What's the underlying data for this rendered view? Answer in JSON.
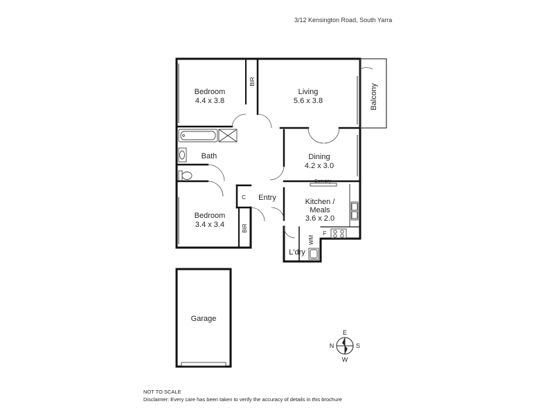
{
  "address": "3/12 Kensington Road, South Yarra",
  "rooms": {
    "bedroom1": {
      "name": "Bedroom",
      "size": "4.4 x 3.8"
    },
    "living": {
      "name": "Living",
      "size": "5.6 x 3.8"
    },
    "balcony": {
      "name": "Balcony"
    },
    "bath": {
      "name": "Bath"
    },
    "dining": {
      "name": "Dining",
      "size": "4.2 x 3.0"
    },
    "entry": {
      "name": "Entry"
    },
    "kitchen": {
      "name": "Kitchen /",
      "name2": "Meals",
      "size": "3.6 x 2.0"
    },
    "bedroom2": {
      "name": "Bedroom",
      "size": "3.4 x 3.4"
    },
    "laundry": {
      "name": "L'dry"
    },
    "garage": {
      "name": "Garage"
    }
  },
  "fixtures": {
    "bir_top": "BIR",
    "bir_bottom": "BIR",
    "cupboard": "C",
    "servery": "Servery",
    "fridge": "F",
    "washing_machine": "WM"
  },
  "compass": {
    "n": "N",
    "e": "E",
    "s": "S",
    "w": "W"
  },
  "footer": {
    "scale_note": "NOT TO SCALE",
    "disclaimer": "Disclaimer: Every care has been taken to verify the accuracy of details in this brochure"
  }
}
